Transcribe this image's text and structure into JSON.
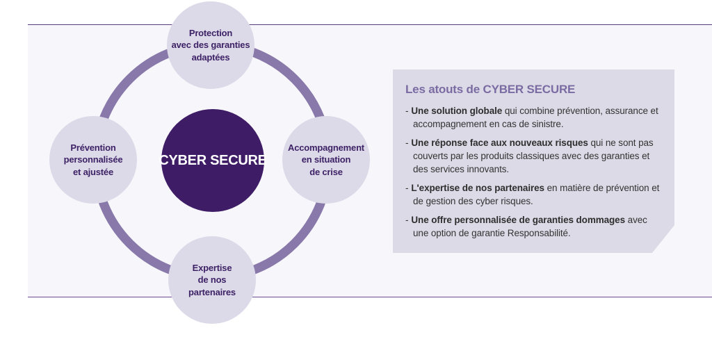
{
  "diagram": {
    "center_label": "CYBER SECURE",
    "nodes": [
      {
        "id": "protection",
        "label": "Protection\navec des garanties\nadaptées"
      },
      {
        "id": "accompagnement",
        "label": "Accompagnement\nen situation\nde crise"
      },
      {
        "id": "expertise",
        "label": "Expertise\nde nos\npartenaires"
      },
      {
        "id": "prevention",
        "label": "Prévention\npersonnalisée\net ajustée"
      }
    ]
  },
  "panel": {
    "title": "Les atouts de CYBER SECURE",
    "bullet": "-",
    "items": [
      {
        "bold": "Une solution globale",
        "text": " qui combine prévention, assurance et accompagnement en cas de sinistre."
      },
      {
        "bold": "Une réponse face aux nouveaux risques",
        "text": " qui ne sont pas couverts par les produits classiques avec des garanties et des services innovants."
      },
      {
        "bold": "L'expertise de nos partenaires",
        "text": " en matière de prévention et de gestion des cyber risques."
      },
      {
        "bold": "Une offre personnalisée de garanties dommages",
        "text": " avec une option de garantie Responsabilité."
      }
    ]
  },
  "colors": {
    "hub_fill": "#3e1c66",
    "satellite_fill": "#dcdae8",
    "ring_stroke": "#8879aa",
    "band_fill": "#f7f6fa",
    "band_rule": "#573a7e",
    "panel_fill": "#dcdae6",
    "panel_title": "#7b6ba3",
    "node_text": "#3e2266",
    "body_text": "#333333"
  }
}
